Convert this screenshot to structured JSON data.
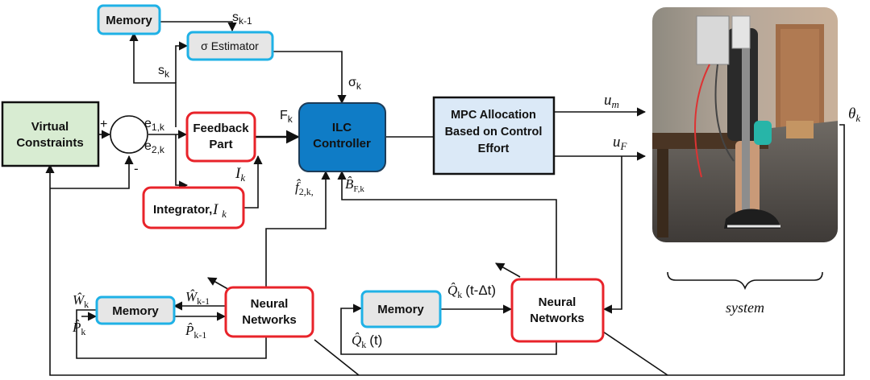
{
  "blocks": {
    "memory_top": "Memory",
    "sigma_estimator": "σ Estimator",
    "virtual_constraints": [
      "Virtual",
      "Constraints"
    ],
    "feedback_part": [
      "Feedback",
      "Part"
    ],
    "integrator": "Integrator,",
    "integrator_var": "I",
    "integrator_sub": "k",
    "ilc_controller": [
      "ILC",
      "Controller"
    ],
    "mpc_allocation": [
      "MPC Allocation",
      "Based on Control",
      "Effort"
    ],
    "memory_left": "Memory",
    "neural_networks_left": [
      "Neural",
      "Networks"
    ],
    "memory_right": "Memory",
    "neural_networks_right": [
      "Neural",
      "Networks"
    ]
  },
  "signals": {
    "s_prev": "s",
    "s_prev_sub": "k-1",
    "s_k": "s",
    "s_k_sub": "k",
    "sigma_k": "σ",
    "sigma_k_sub": "k",
    "plus_sign": "+",
    "minus_sign": "-",
    "e1": "e",
    "e1_sub": "1,k",
    "e2": "e",
    "e2_sub": "2,k",
    "F_k": "F",
    "F_k_sub": "k",
    "I_k": "I",
    "I_k_sub": "k",
    "f_hat": "f̂",
    "f_hat_sub": "2,k,",
    "B_hat": "B̂",
    "B_hat_sub": "F,k",
    "u_m": "u",
    "u_m_sub": "m",
    "u_F": "u",
    "u_F_sub": "F",
    "theta_k": "θ",
    "theta_k_sub": "k",
    "W_k": "Ŵ",
    "W_k_sub": "k",
    "P_k": "P̂",
    "P_k_sub": "k",
    "W_prev": "Ŵ",
    "W_prev_sub": "k-1",
    "P_prev": "P̂",
    "P_prev_sub": "k-1",
    "Q_delay": "Q̂",
    "Q_delay_sub": "k",
    "Q_delay_arg": "(t-Δt)",
    "Q_t": "Q̂",
    "Q_t_sub": "k",
    "Q_t_arg": "(t)"
  },
  "system_label": "system",
  "colors": {
    "memory_border": "#1fb1e6",
    "memory_fill": "#e6e6e6",
    "red_border": "#e8232a",
    "virtual_fill": "#d8ecd2",
    "ilc_fill": "#0f7cc6",
    "mpc_fill": "#dbe9f7"
  }
}
